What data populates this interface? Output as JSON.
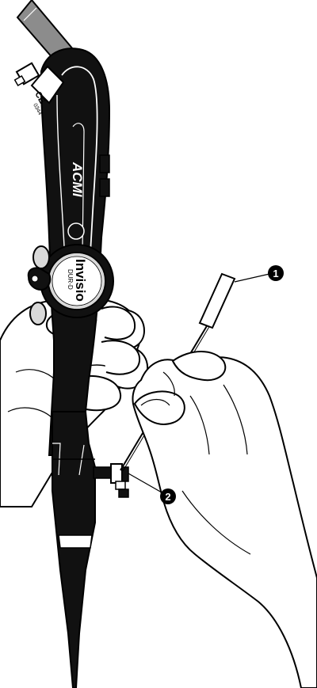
{
  "figure": {
    "brand_label": "ACMI",
    "model_label": "Invisio",
    "model_sub_label": "DUR-D",
    "ce_mark": "CE",
    "ce_number": "0344"
  },
  "callouts": [
    {
      "number": "1"
    },
    {
      "number": "2"
    }
  ],
  "colors": {
    "ink": "#000000",
    "paper": "#ffffff",
    "cable": "#8c8c8c",
    "shade": "#d9d9d9"
  }
}
